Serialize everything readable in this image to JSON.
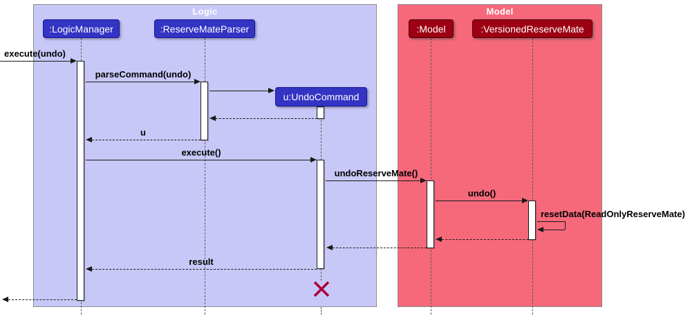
{
  "diagram": {
    "type": "uml-sequence-diagram",
    "frames": {
      "logic": {
        "title": "Logic"
      },
      "model": {
        "title": "Model"
      }
    },
    "participants": {
      "logic_manager": ":LogicManager",
      "reserve_mate_parser": ":ReserveMateParser",
      "undo_command": "u:UndoCommand",
      "model": ":Model",
      "versioned_reserve_mate": ":VersionedReserveMate"
    },
    "messages": {
      "execute_undo": "execute(undo)",
      "parse_command": "parseCommand(undo)",
      "u_return": "u",
      "execute": "execute()",
      "undo_reserve_mate": "undoReserveMate()",
      "undo": "undo()",
      "reset_data": "resetData(ReadOnlyReserveMate)",
      "result": "result"
    },
    "icons": {
      "destroy": "destroy-x-icon"
    }
  },
  "colors": {
    "logic_frame_bg": "#C8C8F8",
    "model_frame_bg": "#F5697B",
    "frame_border": "#8A8A8A",
    "logic_fill": "#3333C4",
    "logic_border": "#14149B",
    "model_fill": "#9D0012",
    "model_border": "#4A0009",
    "lifeline": "#5A5A5A",
    "arrow": "#181818",
    "activation_fill": "#FFFFFF",
    "destroy": "#A80036",
    "title_text": "#FFFFFF",
    "label_text": "#000000"
  }
}
